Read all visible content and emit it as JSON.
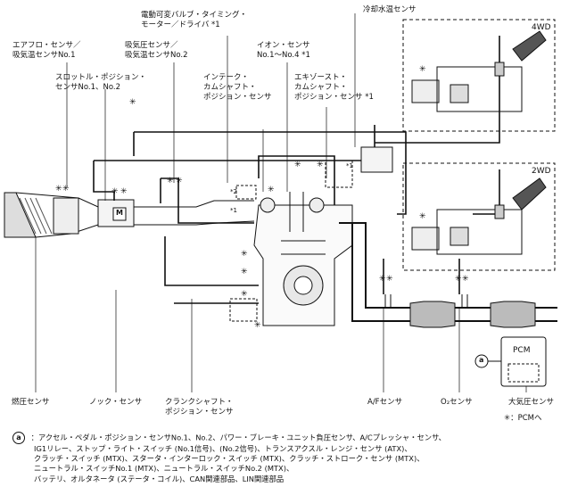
{
  "labels": {
    "vvt_driver": "電動可変バルブ・タイミング・\nモーター／ドライバ *1",
    "coolant_temp": "冷却水温センサ",
    "maf_iat": "エアフロ・センサ／\n吸気温センサNo.1",
    "map_iat2": "吸気圧センサ／\n吸気温センサNo.2",
    "ion_sensor": "イオン・センサ\nNo.1〜No.4 *1",
    "tps": "スロットル・ポジション・\nセンサNo.1、No.2",
    "intake_cam": "インテーク・\nカムシャフト・\nポジション・センサ",
    "exhaust_cam": "エキゾースト・\nカムシャフト・\nポジション・センサ *1",
    "baro_engine": "燃圧センサ",
    "knock": "ノック・センサ",
    "crank": "クランクシャフト・\nポジション・センサ",
    "af_sensor": "A/Fセンサ",
    "o2_sensor": "O₂センサ",
    "atm_sensor": "大気圧センサ",
    "to_pcm": "✳：PCMへ",
    "box_4wd": "4WD",
    "box_2wd": "2WD",
    "pcm": "PCM",
    "circle_a": "a",
    "motor_m": "M",
    "mark_star": "✳",
    "mark_2": "*2",
    "mark_1": "*1"
  },
  "notes": {
    "marker": "a",
    "lines": [
      "：アクセル・ペダル・ポジション・センサNo.1、No.2、パワー・ブレーキ・ユニット負圧センサ、A/Cプレッシャ・センサ、",
      "IG1リレー、ストップ・ライト・スイッチ (No.1信号)、(No.2信号)、トランスアクスル・レンジ・センサ (ATX)、",
      "クラッチ・スイッチ (MTX)、スタータ・インターロック・スイッチ (MTX)、クラッチ・ストローク・センサ (MTX)、",
      "ニュートラル・スイッチNo.1 (MTX)、ニュートラル・スイッチNo.2 (MTX)、",
      "バッテリ、オルタネータ (ステータ・コイル)、CAN関連部品、LIN関連部品"
    ]
  }
}
